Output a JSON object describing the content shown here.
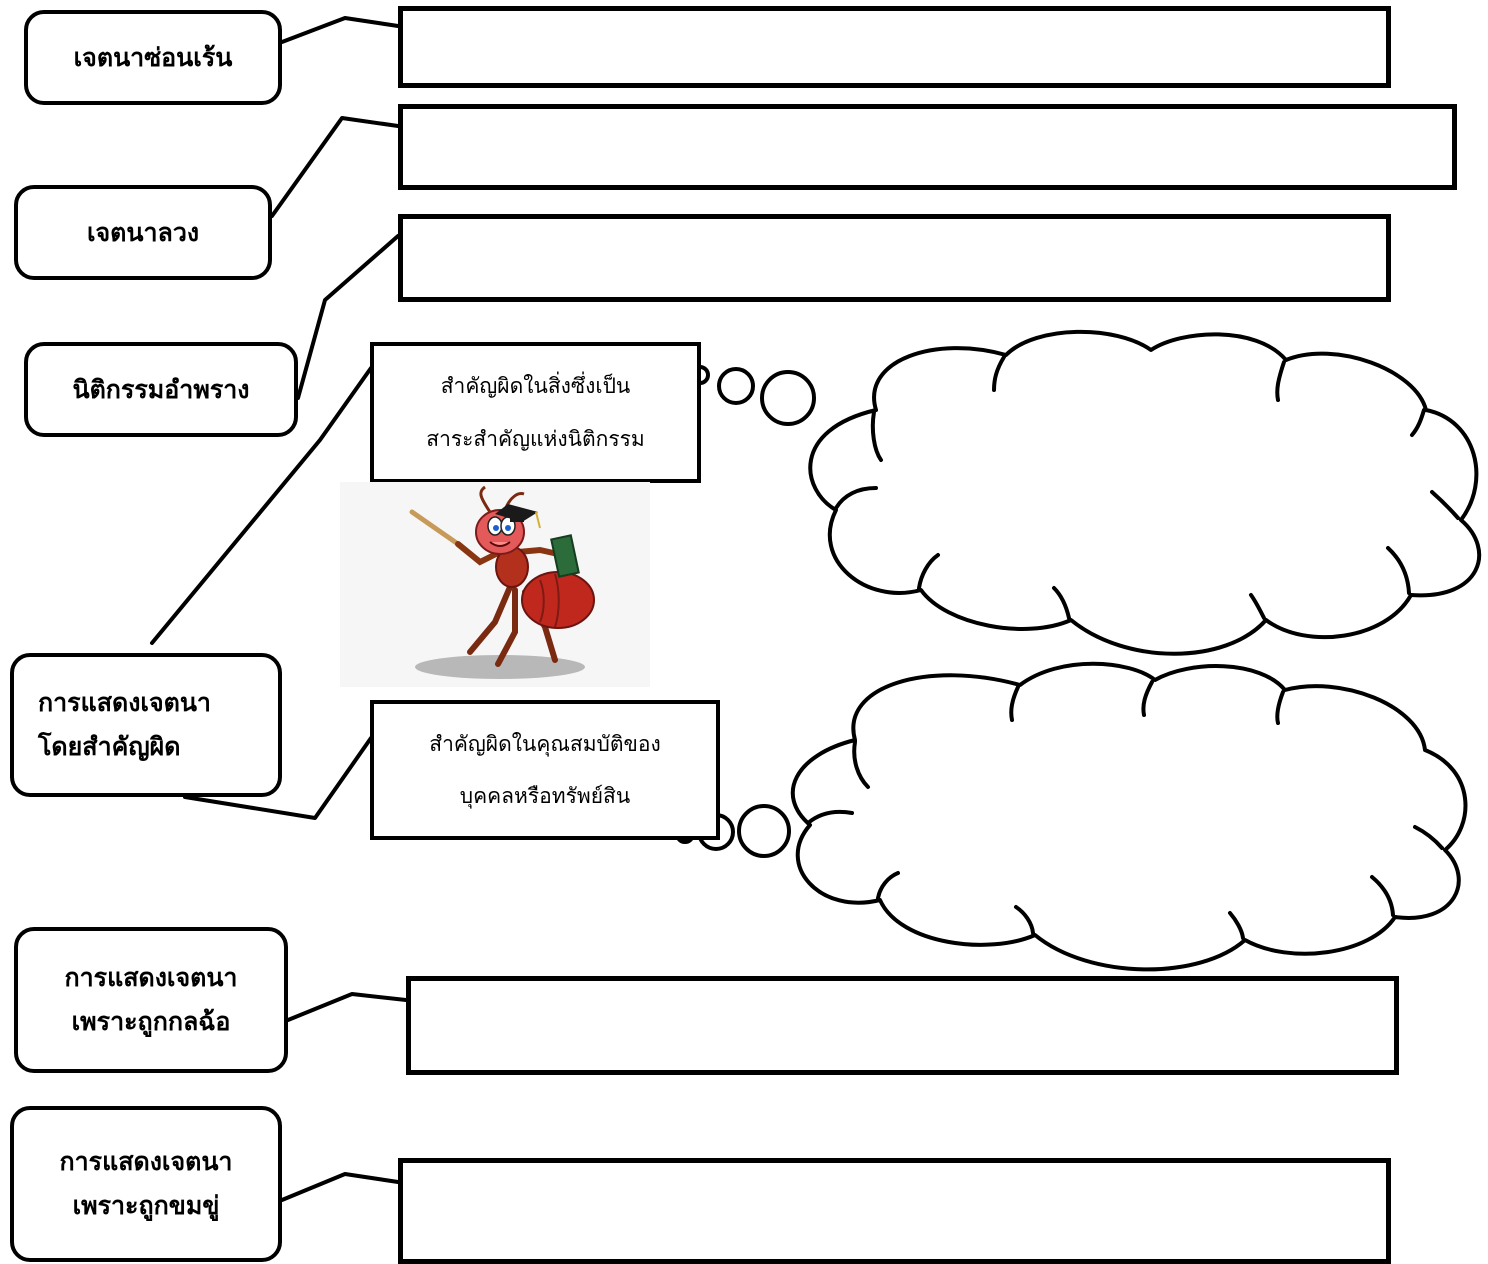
{
  "labels": {
    "hidden_intent": "เจตนาซ่อนเร้น",
    "sham_intent": "เจตนาลวง",
    "disguised_act": "นิติกรรมอำพราง",
    "mistake": {
      "line1": "การแสดงเจตนา",
      "line2": "โดยสำคัญผิด"
    },
    "fraud": {
      "line1": "การแสดงเจตนา",
      "line2": "เพราะถูกกลฉ้อ"
    },
    "duress": {
      "line1": "การแสดงเจตนา",
      "line2": "เพราะถูกขมขู่"
    }
  },
  "callouts": {
    "essential_mistake": {
      "line1": "สำคัญผิดในสิ่งซึ่งเป็น",
      "line2": "สาระสำคัญแห่งนิติกรรม"
    },
    "quality_mistake": {
      "line1": "สำคัญผิดในคุณสมบัติของ",
      "line2": "บุคคลหรือทรัพย์สิน"
    }
  },
  "illustration": "ant-teacher-cartoon",
  "colors": {
    "stroke": "#000000",
    "background": "#ffffff",
    "ant_body": "#c0281e"
  }
}
